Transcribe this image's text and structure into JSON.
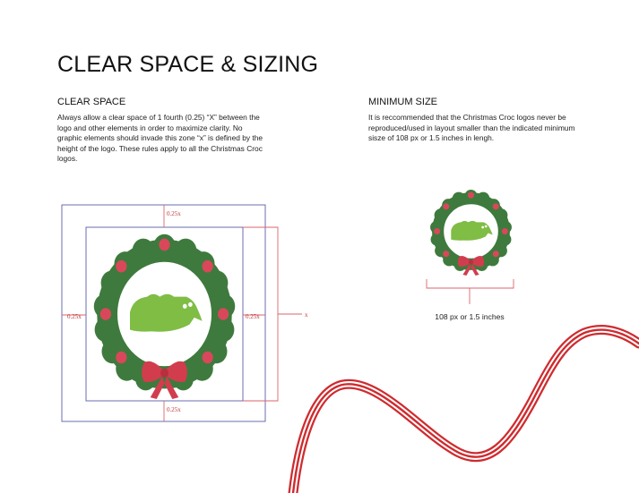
{
  "page": {
    "title": "CLEAR SPACE & SIZING"
  },
  "clear_space": {
    "heading": "CLEAR SPACE",
    "text": "Always allow a clear space of 1 fourth (0.25) “X” between the logo and other elements in order to maximize clarity. No graphic elements should invade this zone “x” is defined by the height of the logo. These rules apply to all the Christmas Croc logos.",
    "labels": {
      "top": "0.25x",
      "left": "0.25x",
      "right": "0.25x",
      "bottom": "0.25x",
      "height": "x"
    }
  },
  "minimum_size": {
    "heading": "MINIMUM SIZE",
    "text": "It is reccommended that the Christmas Croc logos never be reproduced/used in layout smaller than the indicated minimum sisze of 108 px or 1.5 inches in lengh.",
    "caption": "108 px or 1.5 inches"
  },
  "colors": {
    "wreath_green": "#3e7a3d",
    "croc_green": "#7fbd45",
    "berry_red": "#d9485a",
    "bow_red": "#d23d4e",
    "guide_blue": "#5b5fa8",
    "guide_red": "#d9666b",
    "ribbon_red": "#cf2b2f"
  }
}
